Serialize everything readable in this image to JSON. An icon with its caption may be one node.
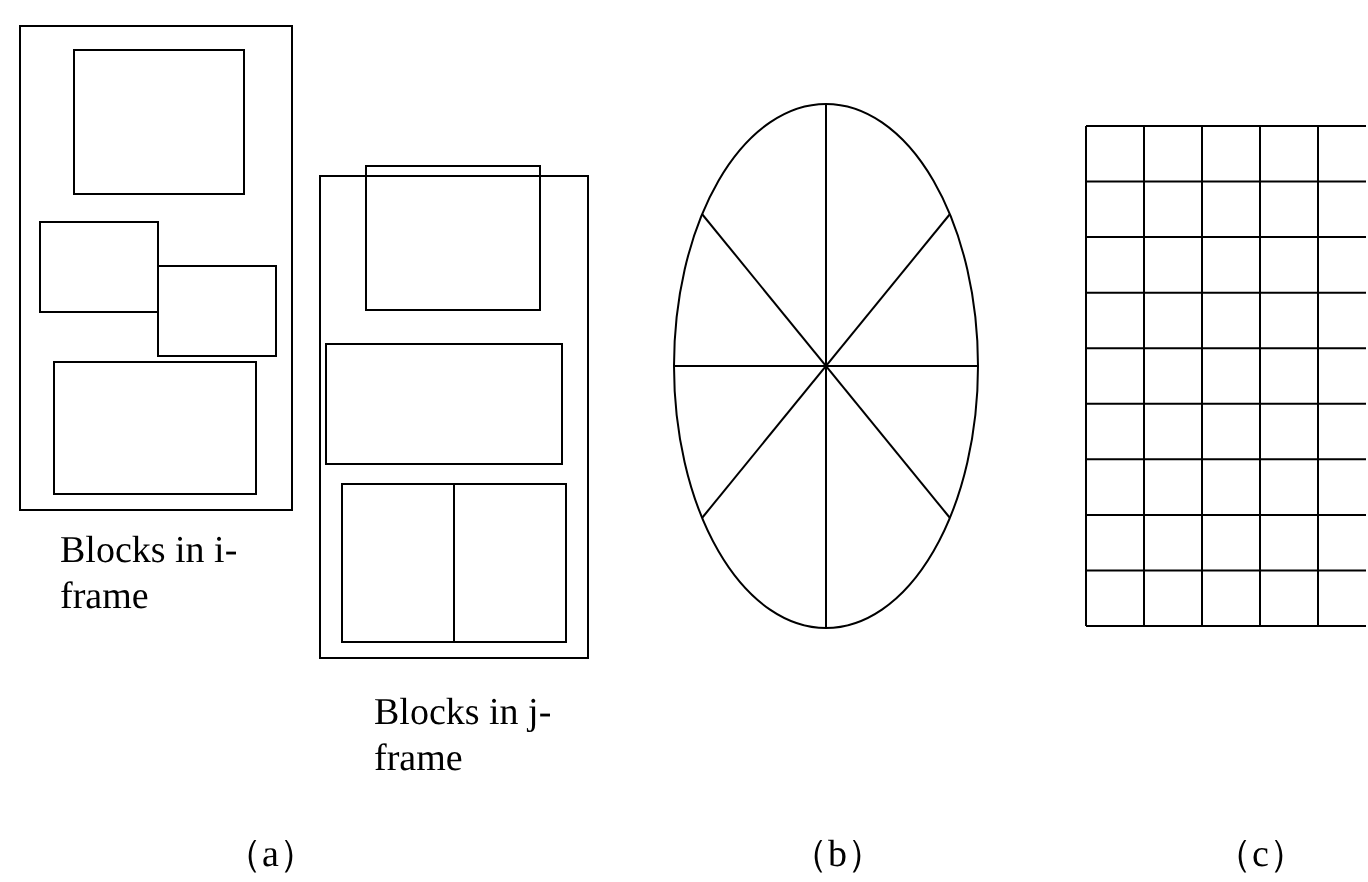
{
  "diagram": {
    "labels": [
      "Blocks in i-frame",
      "Blocks in j-frame",
      "（a）",
      "（b）",
      "（c）"
    ]
  }
}
